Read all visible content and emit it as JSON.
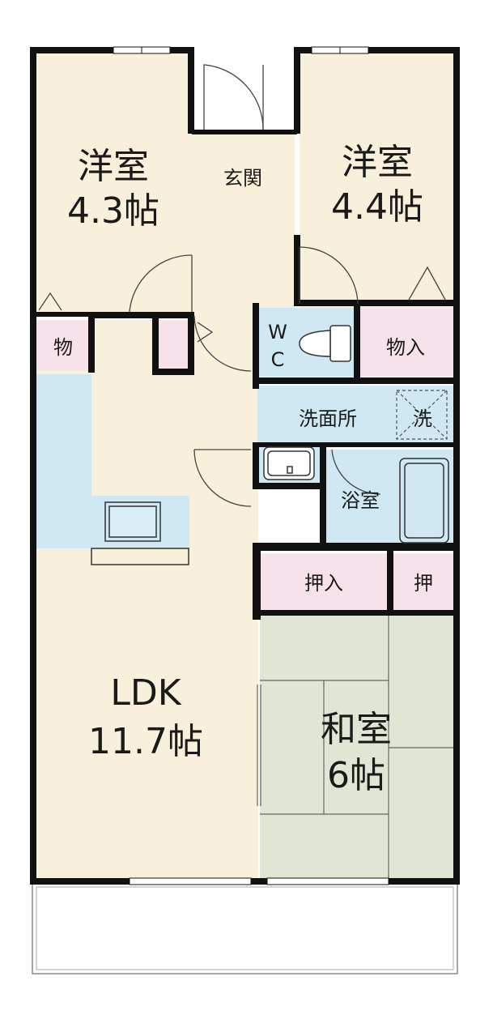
{
  "colors": {
    "wall": "#111111",
    "western_room": "#f9f0dc",
    "wet_area": "#cfe8f3",
    "storage": "#f7e1ea",
    "tatami": "#dfe6d4",
    "ldk": "#f9f0dc",
    "balcony": "#ffffff"
  },
  "rooms": {
    "western1": {
      "name": "洋室",
      "size": "4.3帖"
    },
    "western2": {
      "name": "洋室",
      "size": "4.4帖"
    },
    "entrance": {
      "name": "玄関"
    },
    "closet_small": {
      "name": "物"
    },
    "closet_storage": {
      "name": "物入"
    },
    "wc_line1": "W",
    "wc_line2": "C",
    "washroom": {
      "name": "洗面所"
    },
    "washer": {
      "name": "洗"
    },
    "bath": {
      "name": "浴室"
    },
    "oshiire": {
      "name": "押入"
    },
    "oshi": {
      "name": "押"
    },
    "ldk": {
      "name": "LDK",
      "size": "11.7帖"
    },
    "japanese": {
      "name": "和室",
      "size": "6帖"
    }
  }
}
